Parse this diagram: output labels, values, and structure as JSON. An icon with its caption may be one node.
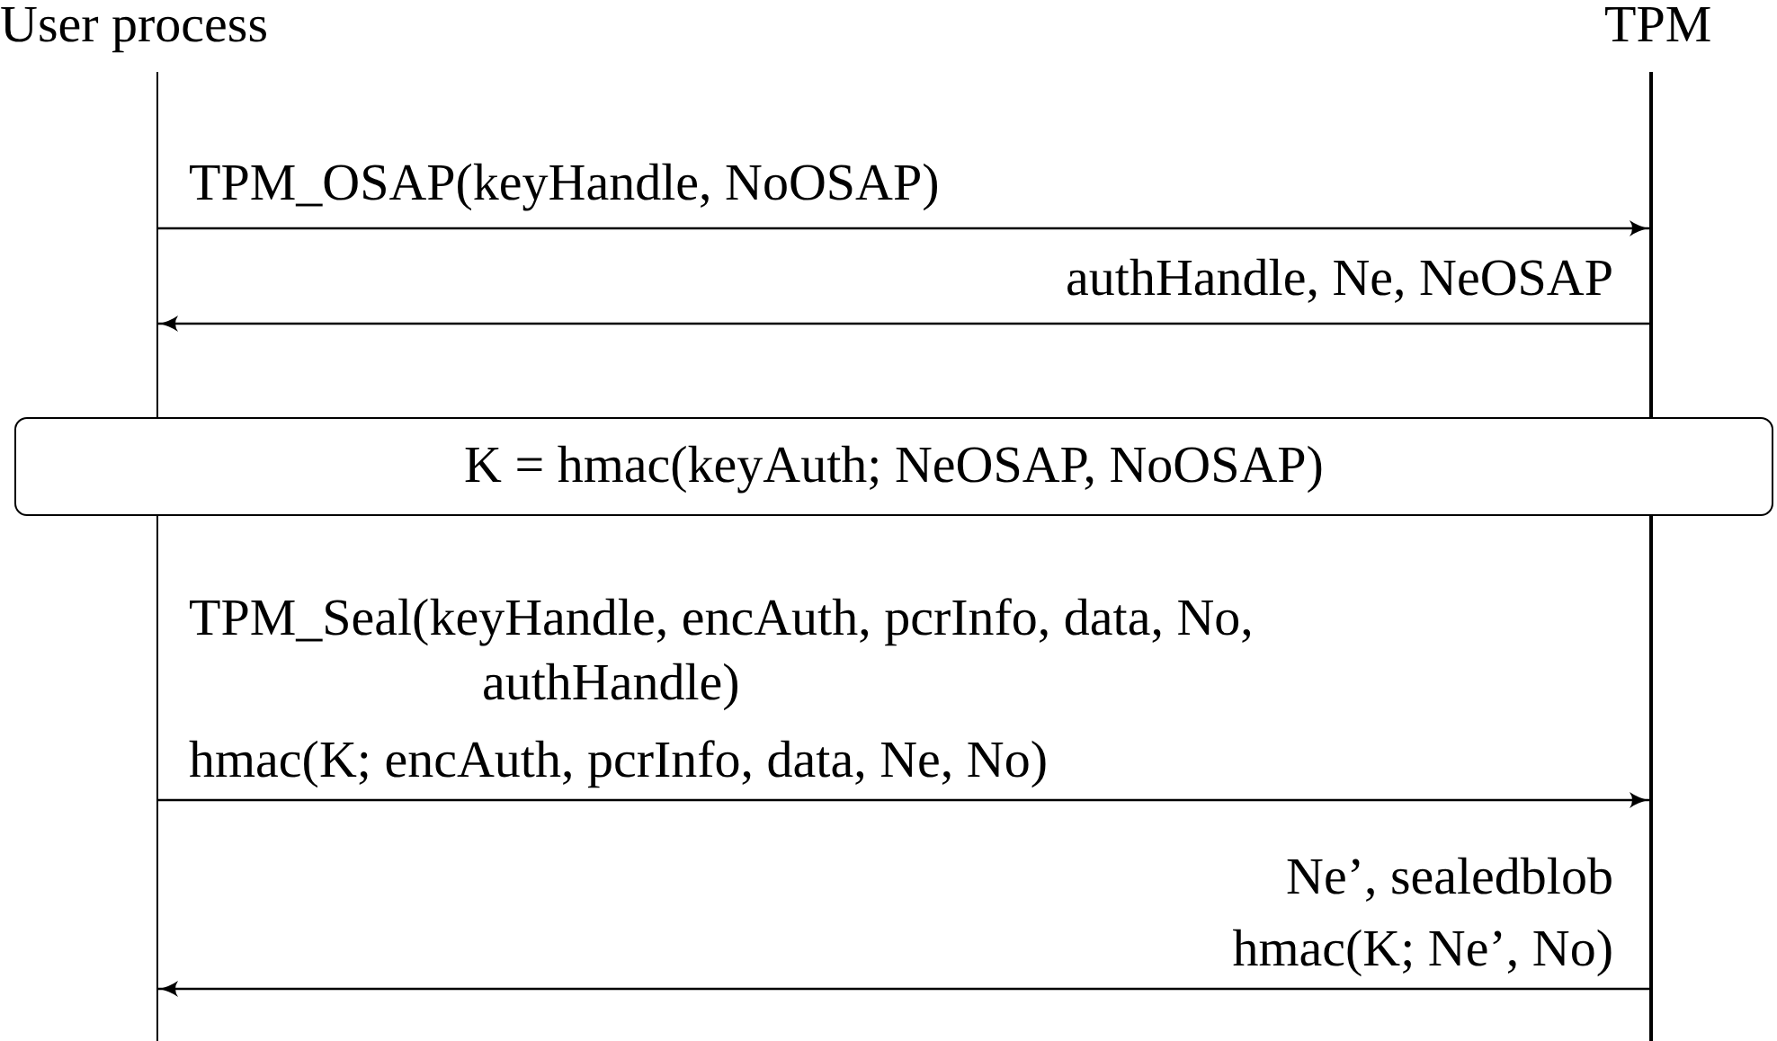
{
  "diagram": {
    "nodes": [
      {
        "text": [
          "User process"
        ]
      },
      {
        "text": [
          "TPM"
        ]
      },
      {
        "text": [],
        "shape": "bar"
      },
      {
        "text": [],
        "shape": "bar"
      },
      {
        "text": [
          "K = hmac(keyAuth; NeOSAP, NoOSAP)"
        ]
      }
    ],
    "edges": [
      {
        "from": 2,
        "to": 3,
        "arrow": "to",
        "label": "TPM_OSAP(keyHandle, NoOSAP)"
      },
      {
        "from": 3,
        "to": 2,
        "arrow": "to",
        "label": "authHandle, Ne, NeOSAP"
      },
      {
        "from": 2,
        "to": 3,
        "arrow": "to",
        "label": "TPM_Seal(keyHandle, encAuth, pcrInfo, data, No, authHandle)"
      },
      {
        "from": 3,
        "to": 2,
        "arrow": "to",
        "label": "Ne’, sealedblob"
      }
    ],
    "labels": [
      "hmac(K; encAuth, pcrInfo, data, Ne, No)",
      "hmac(K; Ne’, No)"
    ]
  }
}
